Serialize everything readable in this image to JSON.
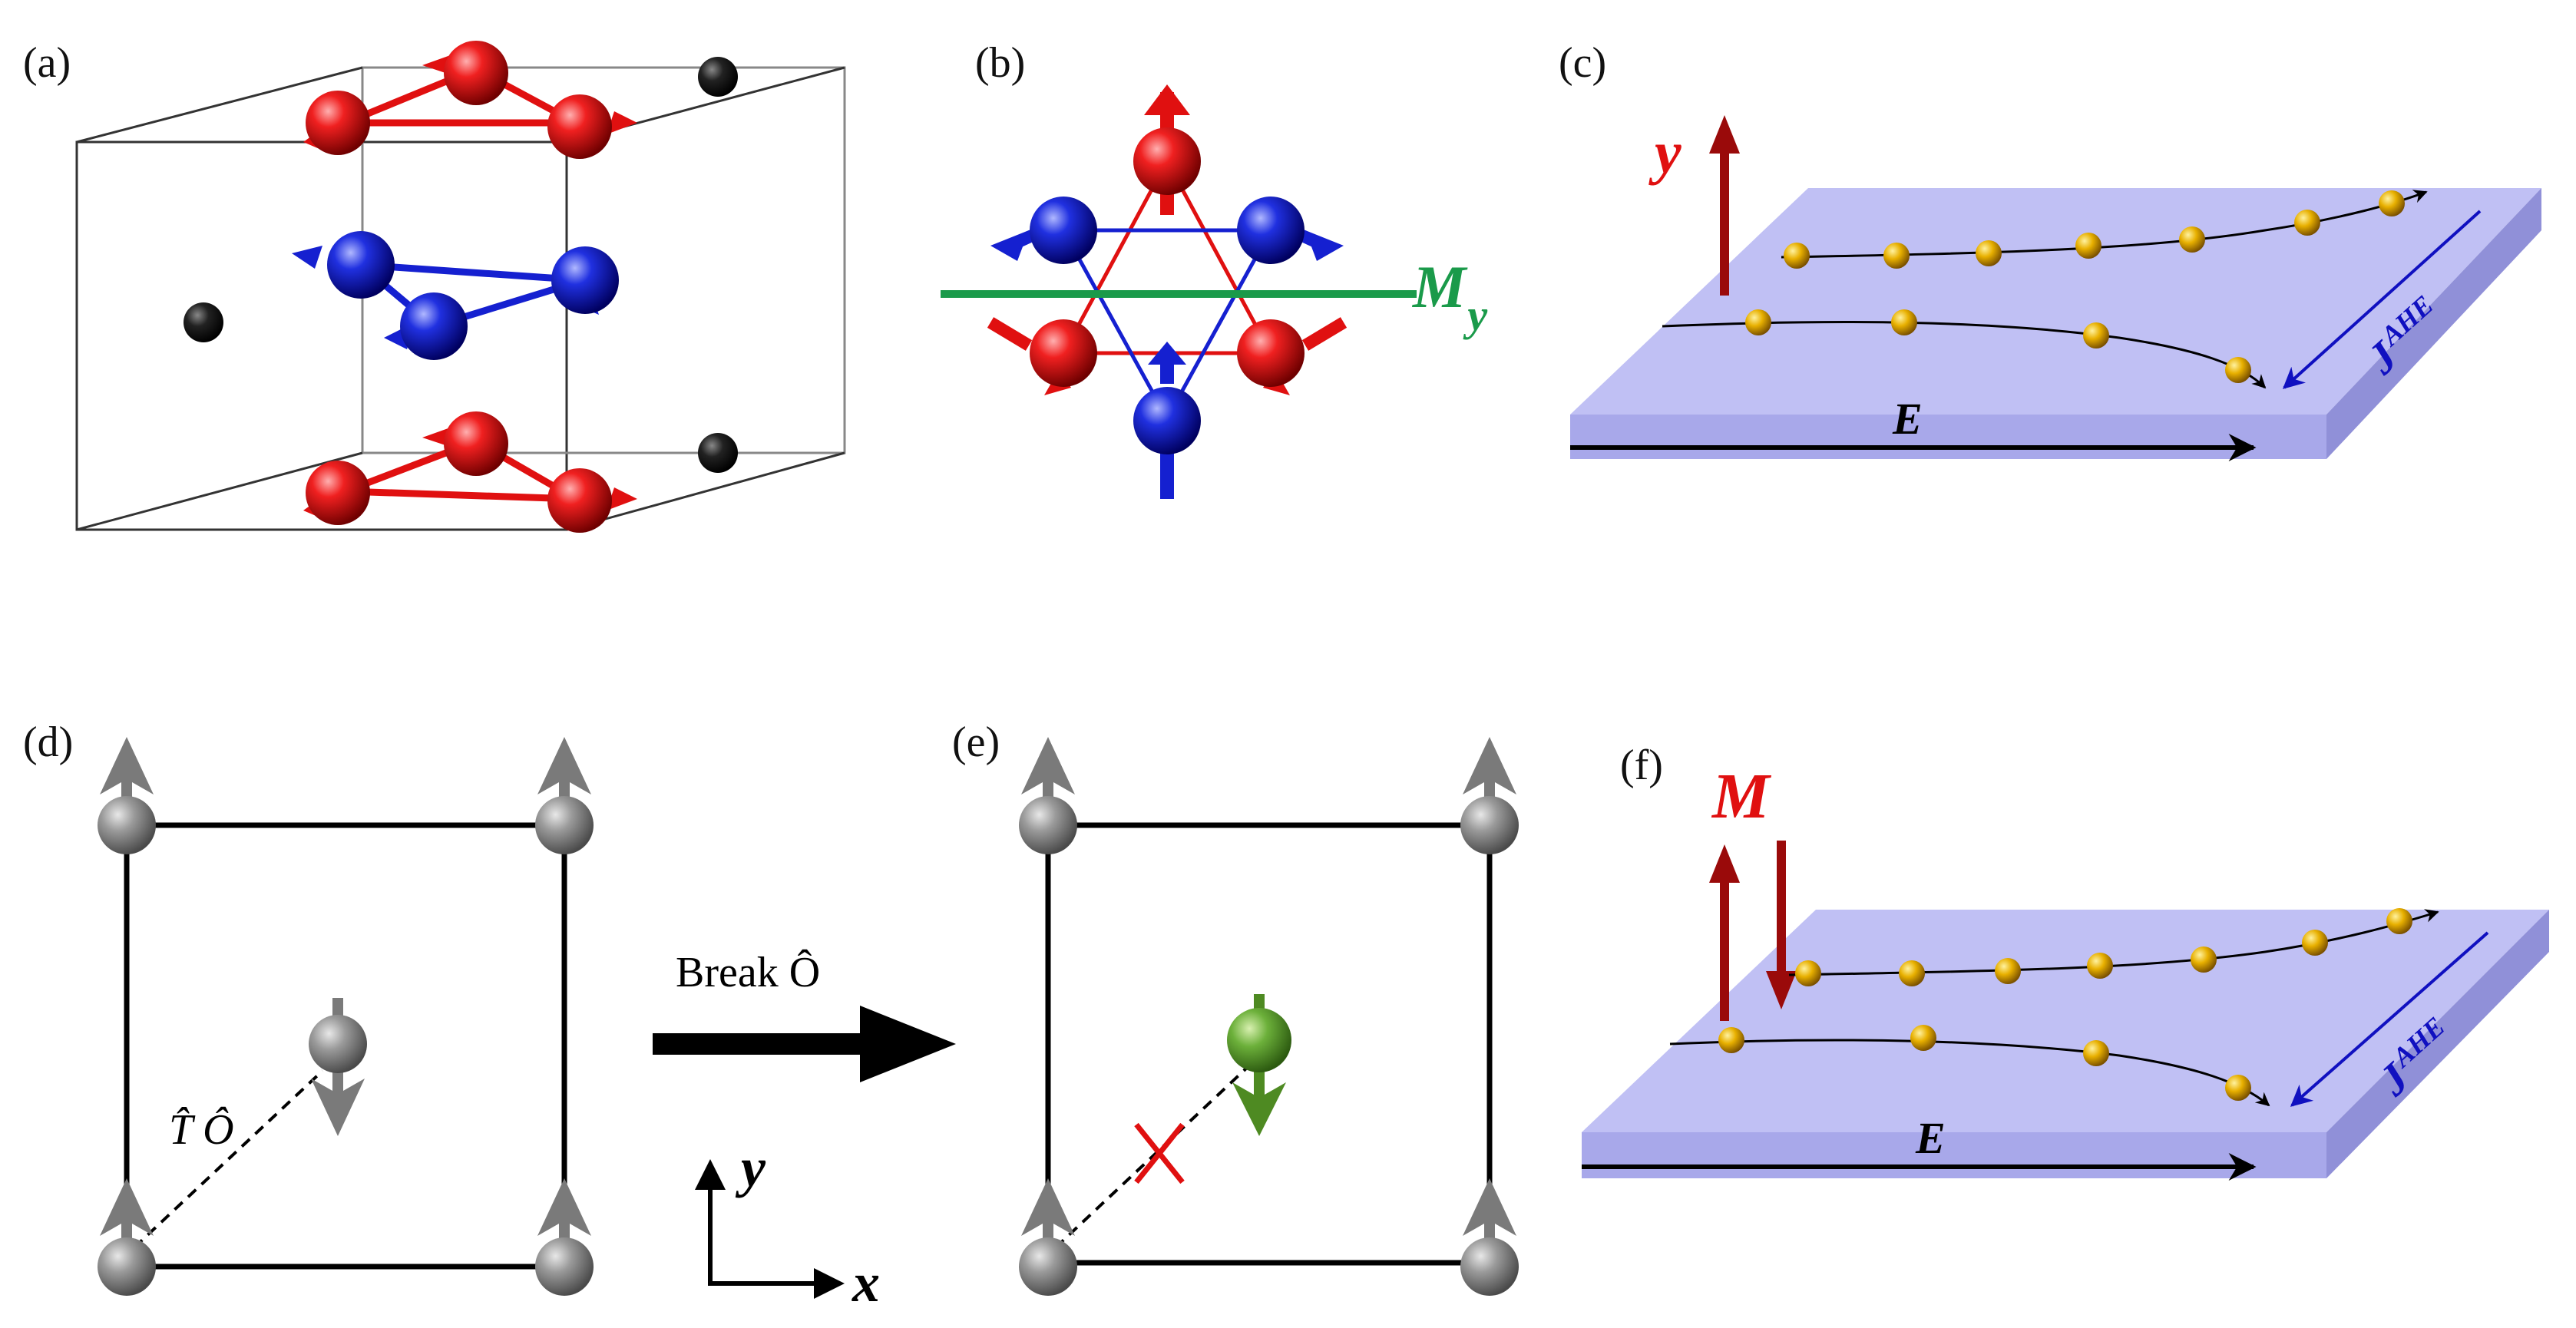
{
  "panels": {
    "a": {
      "label": "(a)"
    },
    "b": {
      "label": "(b)",
      "mirror_label_main": "M",
      "mirror_label_sub": "y"
    },
    "c": {
      "label": "(c)",
      "magnetization_label": "y",
      "field_label": "E",
      "current_label_main": "J",
      "current_label_sup": "AHE"
    },
    "d": {
      "label": "(d)",
      "operator_label": "T̂ Ô"
    },
    "e": {
      "label": "(e)"
    },
    "f": {
      "label": "(f)",
      "magnetization_label": "M",
      "field_label": "E",
      "current_label_main": "J",
      "current_label_sup": "AHE"
    }
  },
  "transition": {
    "label": "Break Ô"
  },
  "axes": {
    "x_label": "x",
    "y_label": "y"
  },
  "colors": {
    "red_atom": "#e01010",
    "blue_atom": "#1520d0",
    "black_atom": "#111111",
    "gray_atom": "#8a8a8a",
    "green_atom": "#5aa02c",
    "mirror_line": "#1a9a4a",
    "slab": "#b8b8f0",
    "electron": "#e8b000",
    "current": "#1010c0",
    "mag_arrow": "#9a0a0a",
    "cross": "#e01010"
  }
}
